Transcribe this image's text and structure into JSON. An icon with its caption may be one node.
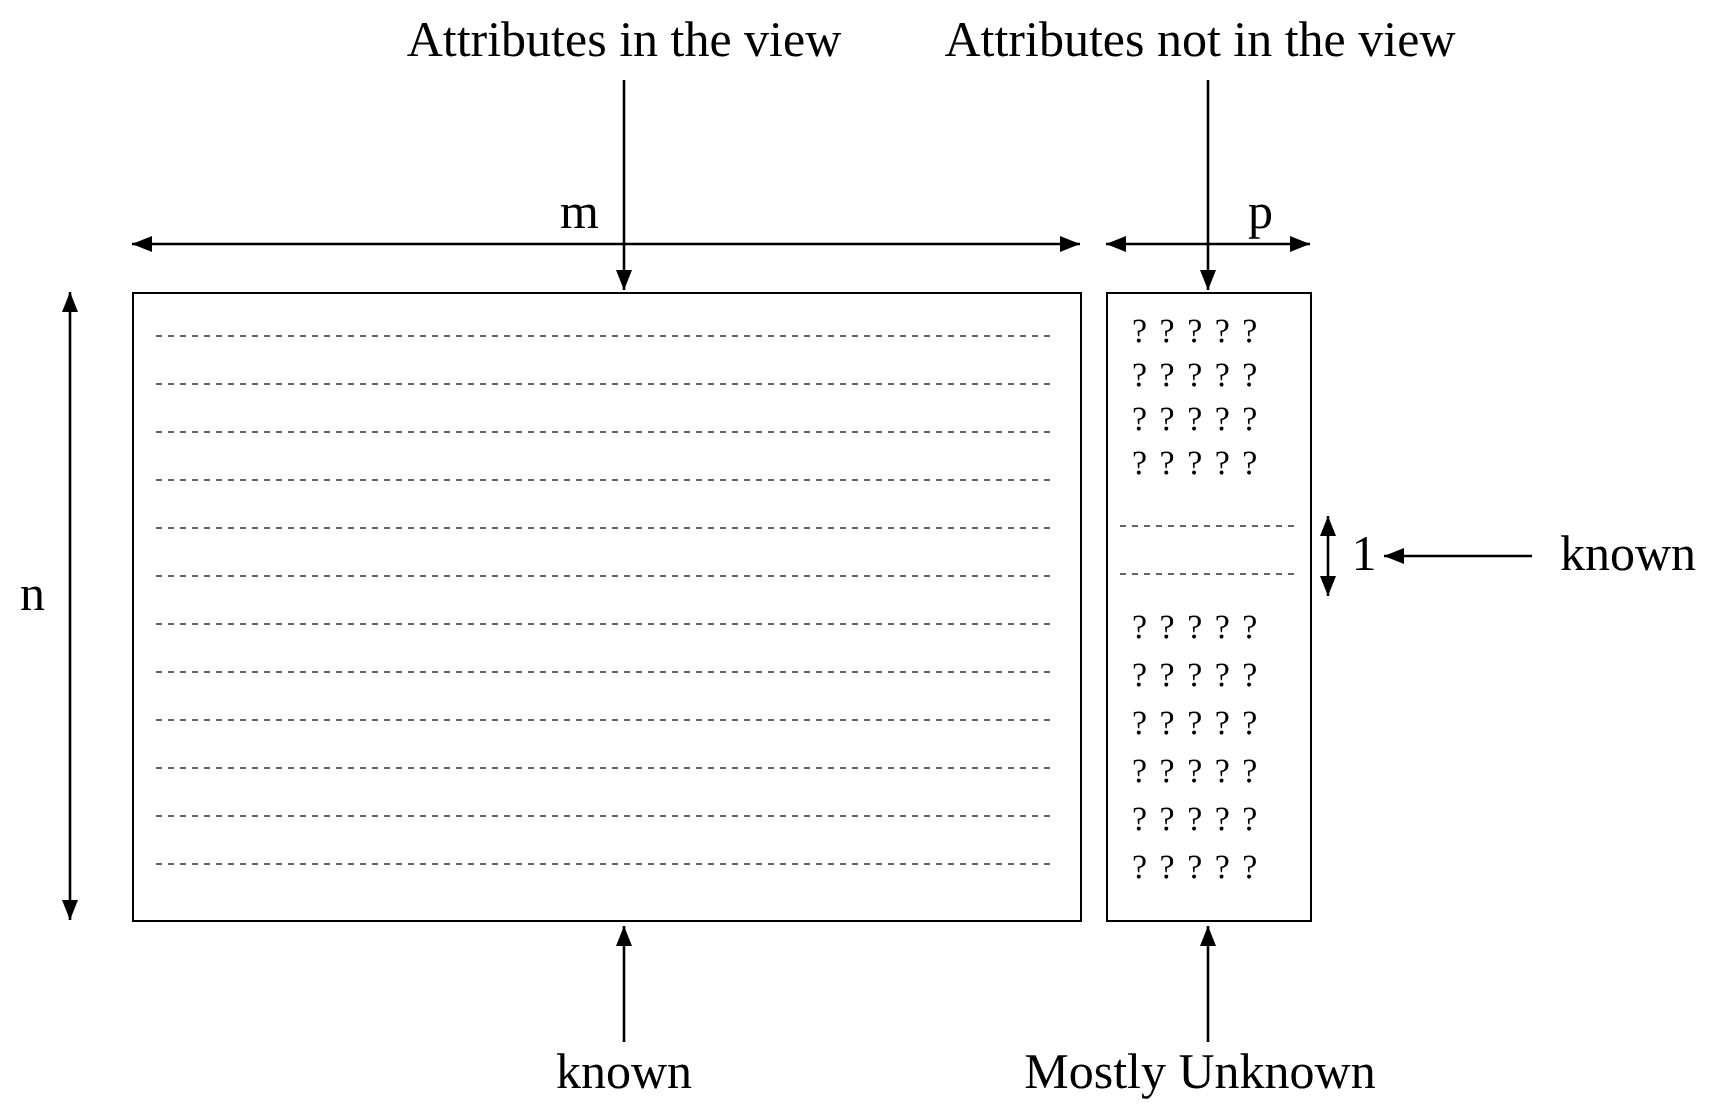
{
  "diagram": {
    "nodes": [
      {
        "text": [
          "Attributes in the view"
        ]
      },
      {
        "text": [
          "Attributes not in the view"
        ]
      },
      {
        "text": [],
        "shape": "box"
      },
      {
        "text": [],
        "shape": "box"
      },
      {
        "text": [
          "1"
        ]
      },
      {
        "text": [
          "known"
        ]
      },
      {
        "text": [
          "known"
        ]
      },
      {
        "text": [
          "Mostly Unknown"
        ]
      }
    ],
    "edges": [
      {
        "from": 0,
        "to": 2,
        "arrow": "to"
      },
      {
        "from": 1,
        "to": 3,
        "arrow": "to"
      },
      {
        "from": 5,
        "to": 4,
        "arrow": "to"
      },
      {
        "from": 6,
        "to": 2,
        "arrow": "to"
      },
      {
        "from": 7,
        "to": 3,
        "arrow": "to"
      }
    ],
    "labels": [
      "m",
      "p",
      "n",
      "? ? ? ? ?",
      "? ? ? ? ?",
      "? ? ? ? ?",
      "? ? ? ? ?",
      "? ? ? ? ?",
      "? ? ? ? ?",
      "? ? ? ? ?",
      "? ? ? ? ?",
      "? ? ? ? ?",
      "? ? ? ? ?"
    ]
  }
}
